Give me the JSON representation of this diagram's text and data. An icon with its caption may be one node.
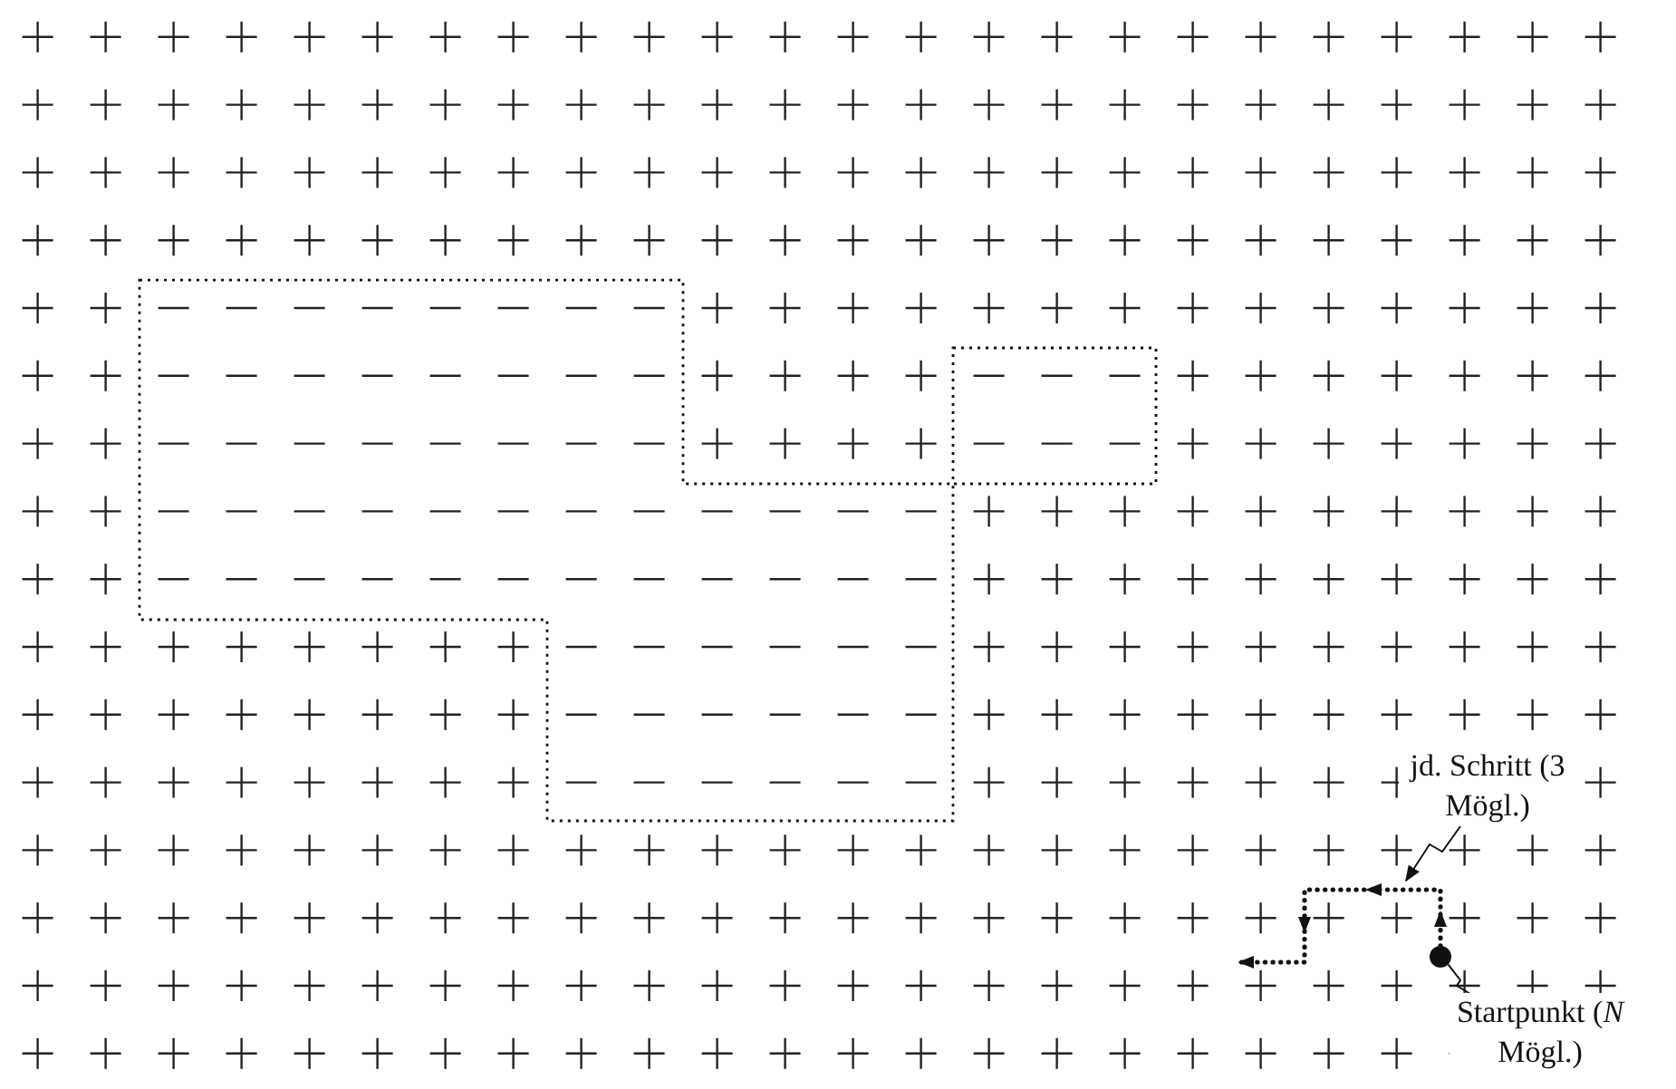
{
  "diagram": {
    "nodes": [
      {
        "text": [
          "jd. Schritt (3 Mögl.)"
        ]
      },
      {
        "text": [],
        "shape": "circle"
      },
      {
        "text": [
          "Startpunkt (*N* Mögl.)"
        ]
      }
    ],
    "edges": [
      {
        "from": 0,
        "to": null,
        "arrow": "to"
      },
      {
        "from": 2,
        "to": 1,
        "arrow": "none"
      },
      {
        "from": 1,
        "to": null,
        "arrow": "to",
        "style": "dashed"
      }
    ]
  }
}
